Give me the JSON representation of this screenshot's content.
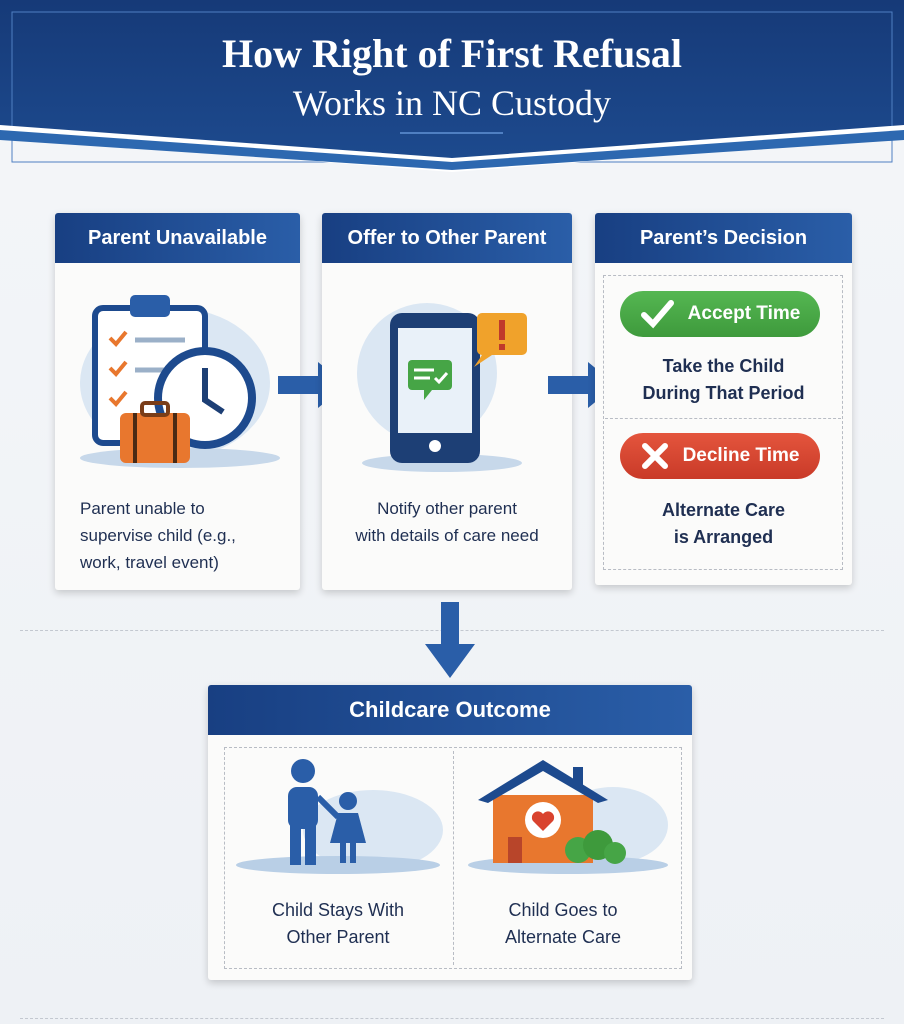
{
  "header": {
    "title_line1": "How Right of First Refusal",
    "title_line2": "Works in NC Custody"
  },
  "steps": [
    {
      "title": "Parent Unavailable",
      "description_lines": [
        "Parent unable to",
        "supervise child (e.g.,",
        "work, travel event)"
      ]
    },
    {
      "title": "Offer to Other Parent",
      "description_lines": [
        "Notify other parent",
        "with details of care need"
      ]
    },
    {
      "title": "Parent’s Decision",
      "options": [
        {
          "label": "Accept Time",
          "result_lines": [
            "Take the Child",
            "During That Period"
          ]
        },
        {
          "label": "Decline Time",
          "result_lines": [
            "Alternate Care",
            "is Arranged"
          ]
        }
      ]
    }
  ],
  "outcome": {
    "title": "Childcare Outcome",
    "items": [
      {
        "lines": [
          "Child Stays With",
          "Other Parent"
        ]
      },
      {
        "lines": [
          "Child Goes to",
          "Alternate Care"
        ]
      }
    ]
  },
  "colors": {
    "navy": "#183f82",
    "accept": "#46a546",
    "decline": "#d9432f",
    "orange": "#e8772e"
  }
}
